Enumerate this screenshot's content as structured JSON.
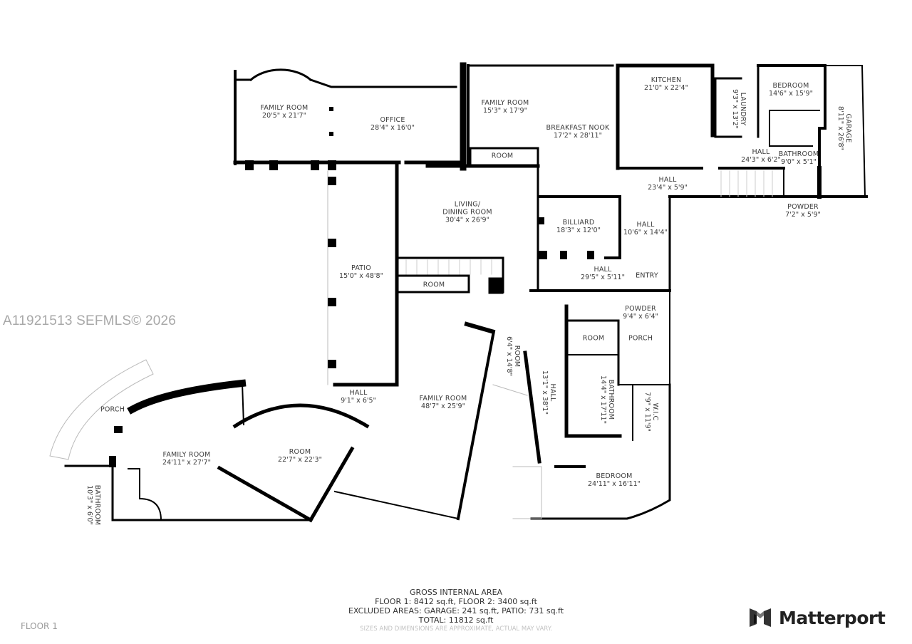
{
  "watermark": "A11921513  SEFMLS© 2026",
  "floor_label": "FLOOR 1",
  "brand": {
    "name": "Matterport",
    "icon": "matterport-logo-icon"
  },
  "summary": {
    "title": "GROSS INTERNAL AREA",
    "floors": "FLOOR 1: 8412 sq.ft, FLOOR 2: 3400 sq.ft",
    "excluded": "EXCLUDED AREAS: GARAGE: 241 sq.ft, PATIO: 731 sq.ft",
    "total": "TOTAL: 11812 sq.ft",
    "disclaimer": "SIZES AND DIMENSIONS ARE APPROXIMATE, ACTUAL MAY VARY."
  },
  "rooms": [
    {
      "name": "FAMILY ROOM",
      "dims": "20'5\" x 21'7\""
    },
    {
      "name": "OFFICE",
      "dims": "28'4\" x 16'0\""
    },
    {
      "name": "FAMILY ROOM",
      "dims": "15'3\" x 17'9\""
    },
    {
      "name": "BREAKFAST NOOK",
      "dims": "17'2\" x 28'11\""
    },
    {
      "name": "ROOM",
      "dims": ""
    },
    {
      "name": "KITCHEN",
      "dims": "21'0\" x 22'4\""
    },
    {
      "name": "LAUNDRY",
      "dims": "9'3\" x 13'2\""
    },
    {
      "name": "BEDROOM",
      "dims": "14'6\" x 15'9\""
    },
    {
      "name": "GARAGE",
      "dims": "8'11\" x 26'8\""
    },
    {
      "name": "HALL",
      "dims": "24'3\" x 6'2\""
    },
    {
      "name": "BATHROOM",
      "dims": "9'0\" x 5'1\""
    },
    {
      "name": "HALL",
      "dims": "23'4\" x 5'9\""
    },
    {
      "name": "POWDER",
      "dims": "7'2\" x 5'9\""
    },
    {
      "name": "LIVING/",
      "dims": "DINING ROOM",
      "extra": "30'4\" x 26'9\""
    },
    {
      "name": "BILLIARD",
      "dims": "18'3\" x 12'0\""
    },
    {
      "name": "HALL",
      "dims": "10'6\" x 14'4\""
    },
    {
      "name": "HALL",
      "dims": "29'5\" x 5'11\""
    },
    {
      "name": "ENTRY",
      "dims": ""
    },
    {
      "name": "PATIO",
      "dims": "15'0\" x 48'8\""
    },
    {
      "name": "ROOM",
      "dims": ""
    },
    {
      "name": "POWDER",
      "dims": "9'4\" x 6'4\""
    },
    {
      "name": "ROOM",
      "dims": ""
    },
    {
      "name": "PORCH",
      "dims": ""
    },
    {
      "name": "ROOM",
      "dims": "6'4\" x 14'8\""
    },
    {
      "name": "HALL",
      "dims": "13'1\" x 38'1\""
    },
    {
      "name": "BATHROOM",
      "dims": "14'4\" x 17'11\""
    },
    {
      "name": "W.I.C",
      "dims": "7'9\" x 11'9\""
    },
    {
      "name": "HALL",
      "dims": "9'1\" x 6'5\""
    },
    {
      "name": "FAMILY ROOM",
      "dims": "48'7\" x 25'9\""
    },
    {
      "name": "PORCH",
      "dims": ""
    },
    {
      "name": "FAMILY ROOM",
      "dims": "24'11\" x 27'7\""
    },
    {
      "name": "ROOM",
      "dims": "22'7\" x 22'3\""
    },
    {
      "name": "BATHROOM",
      "dims": "10'3\" x 6'0\""
    },
    {
      "name": "BEDROOM",
      "dims": "24'11\" x 16'11\""
    }
  ]
}
